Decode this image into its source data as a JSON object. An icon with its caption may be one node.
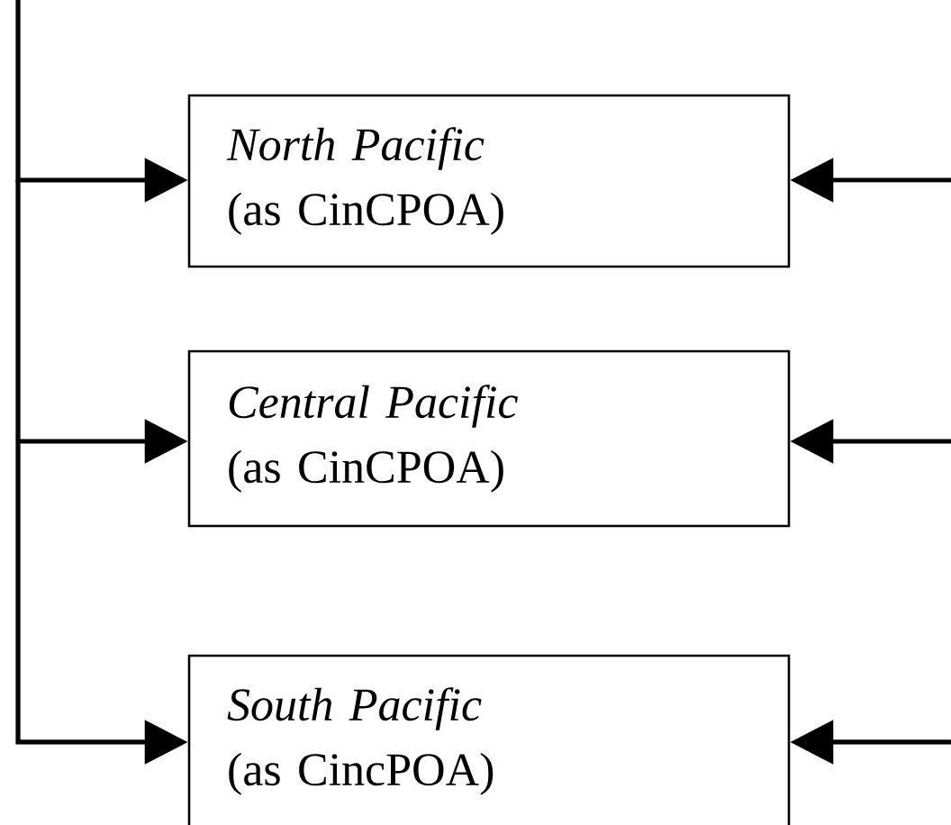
{
  "diagram": {
    "nodes": [
      {
        "text": [
          "*North Pacific*",
          "(as CinCPOA)"
        ]
      },
      {
        "text": [
          "*Central Pacific*",
          "(as CinCPOA)"
        ]
      },
      {
        "text": [
          "*South Pacific*",
          "(as CincPOA)"
        ]
      }
    ],
    "edges": [
      {
        "from": null,
        "to": 0,
        "arrow": "to"
      },
      {
        "from": null,
        "to": 1,
        "arrow": "to"
      },
      {
        "from": null,
        "to": 2,
        "arrow": "to"
      },
      {
        "from": null,
        "to": 0,
        "arrow": "to"
      },
      {
        "from": null,
        "to": 1,
        "arrow": "to"
      },
      {
        "from": null,
        "to": 2,
        "arrow": "to"
      }
    ]
  }
}
